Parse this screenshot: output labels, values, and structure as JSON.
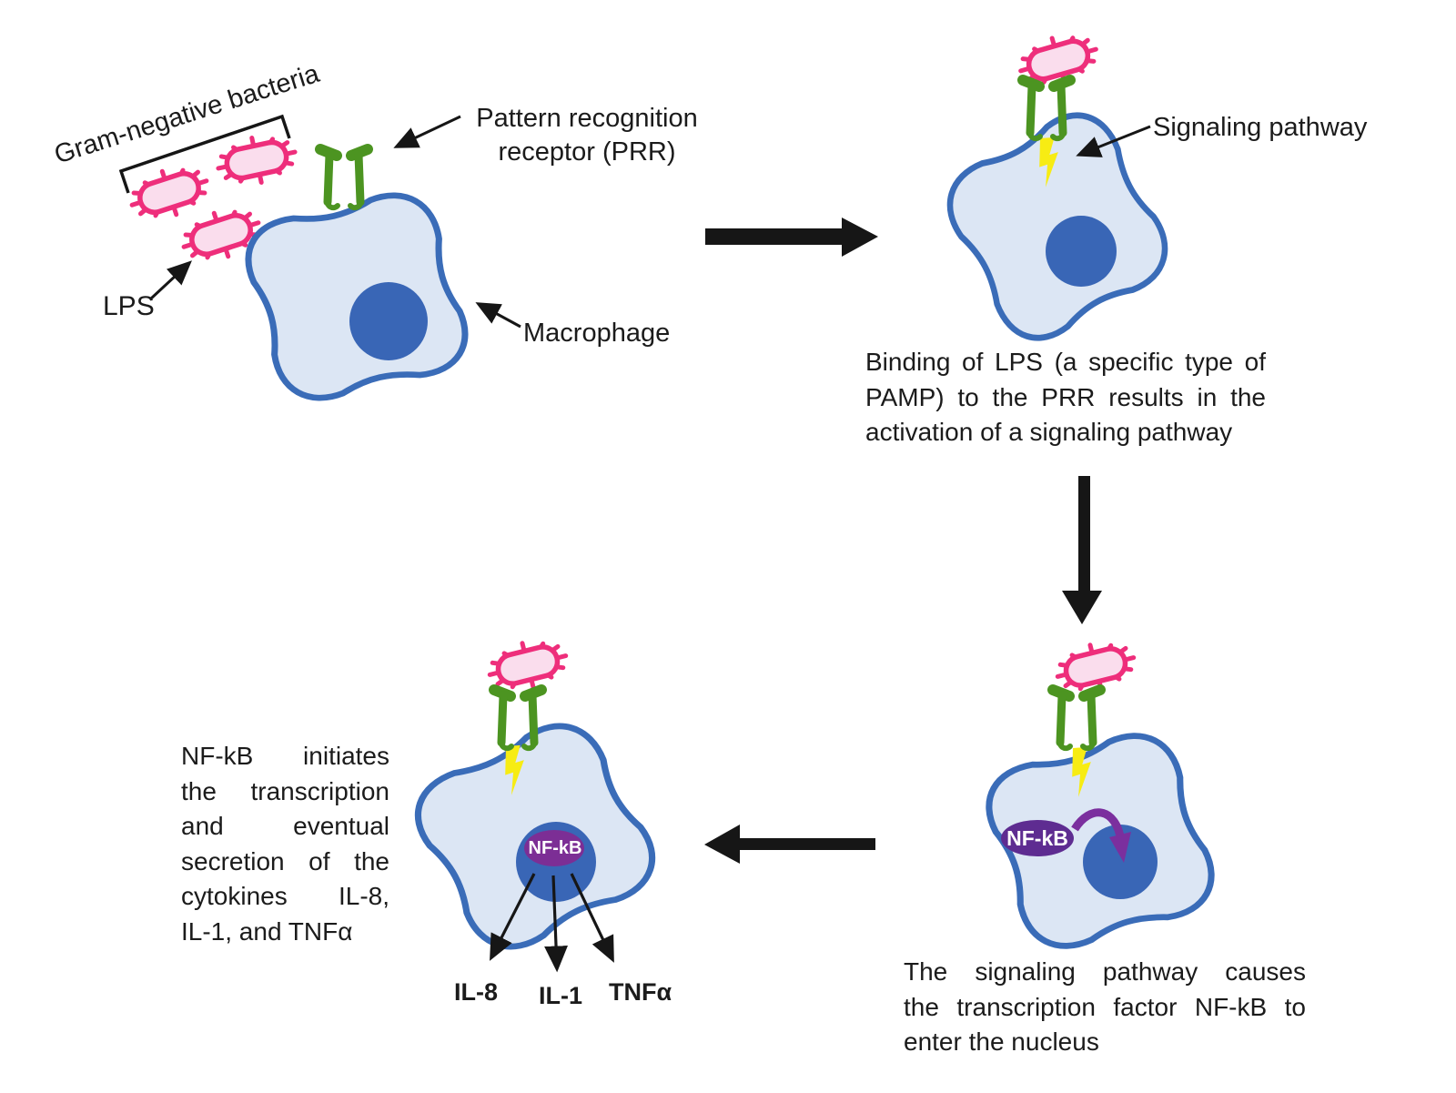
{
  "diagram": {
    "step1": {
      "bracket_label": "Gram-negative bacteria",
      "lps_label": "LPS",
      "prr_label_lines": [
        "Pattern recognition",
        "receptor (PRR)"
      ],
      "macrophage_label": "Macrophage"
    },
    "step2": {
      "signaling_label": "Signaling pathway",
      "caption_lines": [
        "Binding of LPS (a specific type of",
        "PAMP) to the PRR results in the",
        "activation of a signaling pathway"
      ]
    },
    "step3": {
      "nfkb_label": "NF-kB",
      "caption_lines": [
        "The signaling pathway causes",
        "the transcription factor NF-kB to",
        "enter the nucleus"
      ]
    },
    "step4": {
      "nfkb_label": "NF-kB",
      "caption_lines": [
        "NF-kB initiates",
        "the transcription",
        "and eventual",
        "secretion of the",
        "cytokines IL-8,",
        "IL-1, and TNFα"
      ],
      "cytokine_labels": [
        "IL-8",
        "IL-1",
        "TNFα"
      ]
    },
    "colors": {
      "membrane_blue": "#3A6CB8",
      "cytoplasm_blue": "#DCE6F4",
      "nucleus_blue": "#3966B6",
      "bacteria_pink": "#EE2E7B",
      "bacteria_fill": "#FADDED",
      "receptor_green": "#4C9421",
      "bolt_yellow": "#F7EC13",
      "nfkb_purple_dark": "#5E2C91",
      "nfkb_purple_light": "#7C2E95",
      "entry_arrow_purple": "#7B2F9E",
      "ink_black": "#161616"
    }
  }
}
